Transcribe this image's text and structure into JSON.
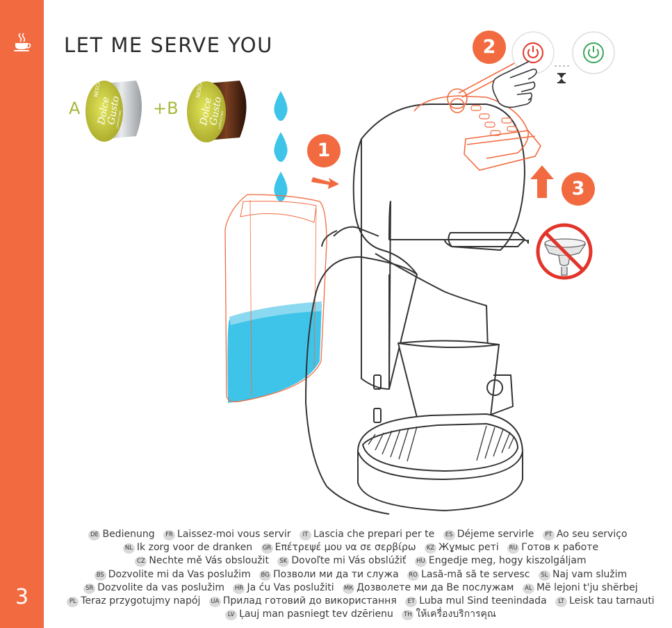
{
  "page": {
    "number": "3",
    "title": "LET ME SERVE YOU"
  },
  "capsules": {
    "a_label": "A",
    "plus_b_label": "+B",
    "brand": "NESCAFÉ",
    "line1": "Dolce",
    "line2": "Gusto",
    "variant": "CAPPUCCINO"
  },
  "steps": [
    "1",
    "2",
    "3"
  ],
  "languages": [
    {
      "code": "DE",
      "text": "Bedienung"
    },
    {
      "code": "FR",
      "text": "Laissez-moi vous servir"
    },
    {
      "code": "IT",
      "text": "Lascia che prepari per te"
    },
    {
      "code": "ES",
      "text": "Déjeme servirle"
    },
    {
      "code": "PT",
      "text": "Ao seu serviço"
    },
    {
      "code": "NL",
      "text": "Ik zorg voor de dranken"
    },
    {
      "code": "GR",
      "text": "Επέτρεψέ μου να σε σερβίρω"
    },
    {
      "code": "KZ",
      "text": "Жұмыс реті"
    },
    {
      "code": "RU",
      "text": "Готов к работе"
    },
    {
      "code": "CZ",
      "text": "Nechte mě Vás obsloužit"
    },
    {
      "code": "SK",
      "text": "Dovoľte mi Vás obslúžiť"
    },
    {
      "code": "HU",
      "text": "Engedje meg, hogy kiszolgáljam"
    },
    {
      "code": "BS",
      "text": "Dozvolite mi da Vas poslužim"
    },
    {
      "code": "BG",
      "text": "Позволи ми да ти служа"
    },
    {
      "code": "RO",
      "text": "Lasă-mă să te servesc"
    },
    {
      "code": "SL",
      "text": "Naj vam služim"
    },
    {
      "code": "SR",
      "text": "Dozvolite da vas poslužim"
    },
    {
      "code": "HR",
      "text": "Ja ću Vas poslužiti"
    },
    {
      "code": "МК",
      "text": "Дозволете ми да Ве послужам"
    },
    {
      "code": "AL",
      "text": "Më lejoni t'ju shërbej"
    },
    {
      "code": "PL",
      "text": "Teraz przygotujmy napój"
    },
    {
      "code": "UA",
      "text": "Прилад готовий до використання"
    },
    {
      "code": "ET",
      "text": "Luba mul Sind teenindada"
    },
    {
      "code": "LT",
      "text": "Leisk tau tarnauti"
    },
    {
      "code": "LV",
      "text": "Ļauj man pasniegt tev dzērienu"
    },
    {
      "code": "TH",
      "text": "ให้เครื่องบริการคุณ"
    }
  ],
  "colors": {
    "accent": "#f26a3f",
    "capsule_green": "#a9b73b",
    "water_blue": "#3fc4e9",
    "power_green": "#3ca55c"
  },
  "icons": [
    "coffee-cup-icon",
    "water-drop-icon",
    "power-red-icon",
    "power-green-icon",
    "hourglass-icon",
    "pressing-hand-icon",
    "no-capsule-holder-icon"
  ]
}
